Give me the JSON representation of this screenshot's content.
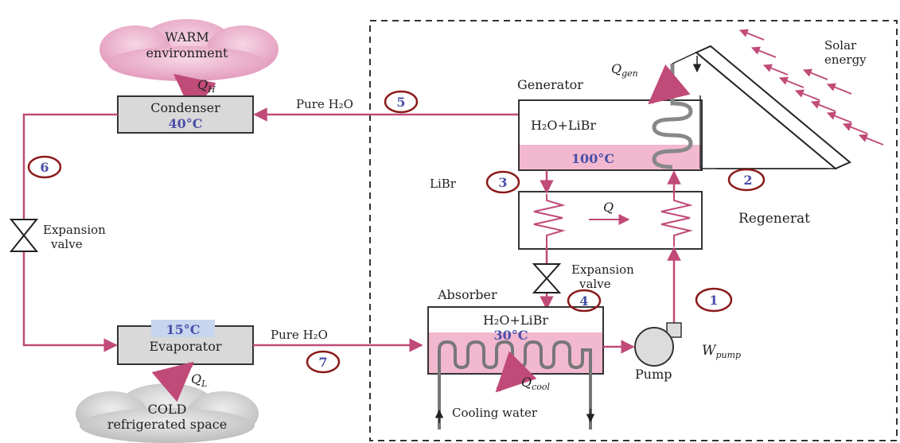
{
  "warm_cloud": {
    "line1": "WARM",
    "line2": "environment"
  },
  "cold_cloud": {
    "line1": "COLD",
    "line2": "refrigerated space"
  },
  "heat": {
    "QH": "Q",
    "QH_sub": "H",
    "QL": "Q",
    "QL_sub": "L",
    "Qgen": "Q",
    "Qgen_sub": "gen",
    "Qcool": "Q",
    "Qcool_sub": "cool",
    "Qreg": "Q"
  },
  "condenser": {
    "label": "Condenser",
    "temp": "40°C"
  },
  "evaporator": {
    "label": "Evaporator",
    "temp": "15°C"
  },
  "generator": {
    "label": "Generator",
    "mix": "H₂O+LiBr",
    "temp": "100°C"
  },
  "absorber": {
    "label": "Absorber",
    "mix": "H₂O+LiBr",
    "temp": "30°C"
  },
  "regenerator": {
    "label": "Regenerat"
  },
  "solar": {
    "line1": "Solar",
    "line2": "energy"
  },
  "pump": {
    "label": "Pump",
    "work": "W",
    "work_sub": "pump"
  },
  "valves": {
    "left_line1": "Expansion",
    "left_line2": "valve",
    "mid_line1": "Expansion",
    "mid_line2": "valve"
  },
  "flows": {
    "pure_h2o_top": "Pure H₂O",
    "pure_h2o_bottom": "Pure H₂O",
    "libr": "LiBr",
    "cooling_water": "Cooling water"
  },
  "states": [
    "1",
    "2",
    "3",
    "4",
    "5",
    "6",
    "7"
  ],
  "colors": {
    "line": "#c04a78",
    "box": "#d9d9d9",
    "pink_fill": "#f2b8cf",
    "temp_blue": "#4a4fa8",
    "circle": "#8b1a1a",
    "dashed": "#333333",
    "cloud_warm": "#e7a9c4",
    "cloud_cold": "#cfcfcf"
  }
}
